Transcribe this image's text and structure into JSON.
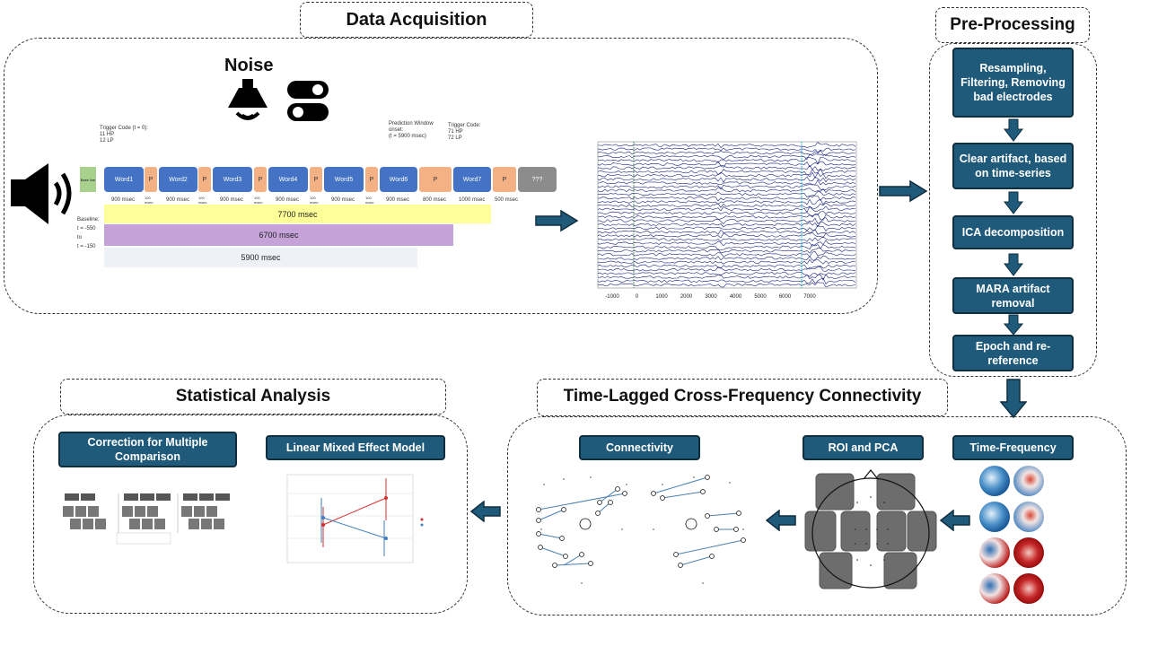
{
  "titles": {
    "acquisition": "Data Acquisition",
    "preprocessing": "Pre-Processing",
    "statistical": "Statistical Analysis",
    "connectivity": "Time-Lagged Cross-Frequency Connectivity"
  },
  "acquisition": {
    "noise_label": "Noise",
    "baseline_label": "Base line",
    "trigger_start": [
      "Trigger Code (t = 0):",
      "11 HP",
      "12 LP"
    ],
    "prediction_window": [
      "Prediction Window",
      "onset:",
      "(t = 5900 msec)"
    ],
    "trigger_end": [
      "Trigger Code:",
      "71 HP",
      "72 LP"
    ],
    "baseline_info": [
      "Baseline:",
      "t = -550",
      "to",
      "t = -150"
    ],
    "words": [
      "Word1",
      "Word2",
      "Word3",
      "Word4",
      "Word5",
      "Word6",
      "Word7",
      "???"
    ],
    "pause_label": "P",
    "word_durations": [
      "900 msec",
      "900 msec",
      "900 msec",
      "900 msec",
      "900 msec",
      "900 msec",
      "1000 msec"
    ],
    "pause_durations": [
      "100 msec",
      "100 msec",
      "100 msec",
      "100 msec",
      "100 msec",
      "800 msec",
      "500 msec"
    ],
    "bars": [
      "7700 msec",
      "6700 msec",
      "5900 msec"
    ],
    "eeg_ticks": [
      "-1000",
      "0",
      "1000",
      "2000",
      "3000",
      "4000",
      "5000",
      "6000",
      "7000"
    ]
  },
  "preprocessing": {
    "steps": [
      "Resampling, Filtering, Removing bad electrodes",
      "Clear artifact, based on time-series",
      "ICA decomposition",
      "MARA artifact removal",
      "Epoch and re-reference"
    ]
  },
  "connectivity_section": {
    "time_frequency": "Time-Frequency",
    "roi_pca": "ROI and PCA",
    "connectivity": "Connectivity"
  },
  "statistics": {
    "lmm": "Linear Mixed Effect Model",
    "correction": "Correction for Multiple Comparison"
  },
  "colors": {
    "step_fill": "#1f5a7a",
    "word_blue": "#4472c4",
    "pause_orange": "#f4b183",
    "bar_yellow": "#ffff99",
    "bar_purple": "#c5a3d9",
    "bar_light": "#e8eef5",
    "eeg_trace": "#1a237e"
  }
}
